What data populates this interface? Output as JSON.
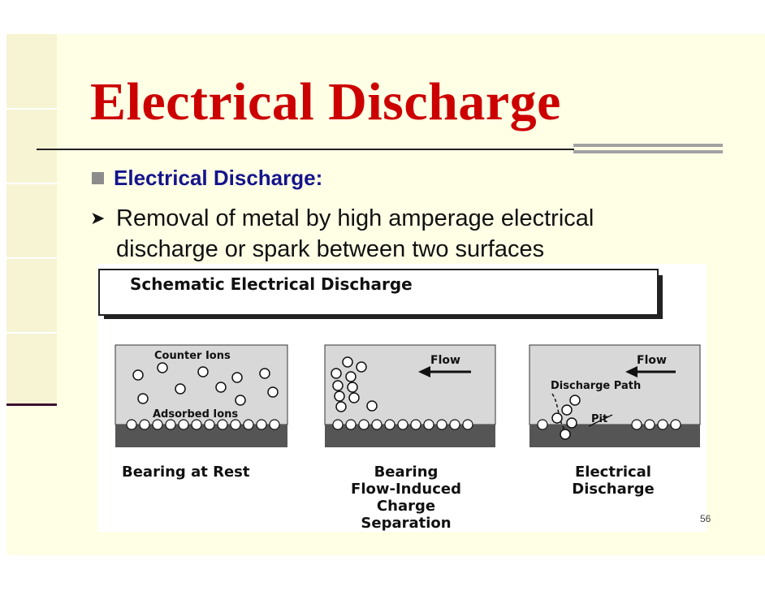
{
  "slide": {
    "title": "Electrical Discharge",
    "bullet_heading": "Electrical Discharge:",
    "bullet_text_line1": "Removal of metal by high amperage electrical",
    "bullet_text_line2": "discharge or spark between two surfaces",
    "page_number": "56"
  },
  "figure": {
    "header": "Schematic Electrical Discharge",
    "panel1": {
      "top_label": "Counter Ions",
      "bottom_label": "Adsorbed Ions",
      "caption": "Bearing at Rest"
    },
    "panel2": {
      "flow_label": "Flow",
      "caption_lines": [
        "Bearing",
        "Flow-Induced",
        "Charge",
        "Separation"
      ]
    },
    "panel3": {
      "flow_label": "Flow",
      "path_label": "Discharge Path",
      "pit_label": "Pit",
      "caption_lines": [
        "Electrical",
        "Discharge"
      ]
    }
  },
  "colors": {
    "title": "#cc0000",
    "heading": "#14148c",
    "slide_bg": "#ffffe6"
  }
}
